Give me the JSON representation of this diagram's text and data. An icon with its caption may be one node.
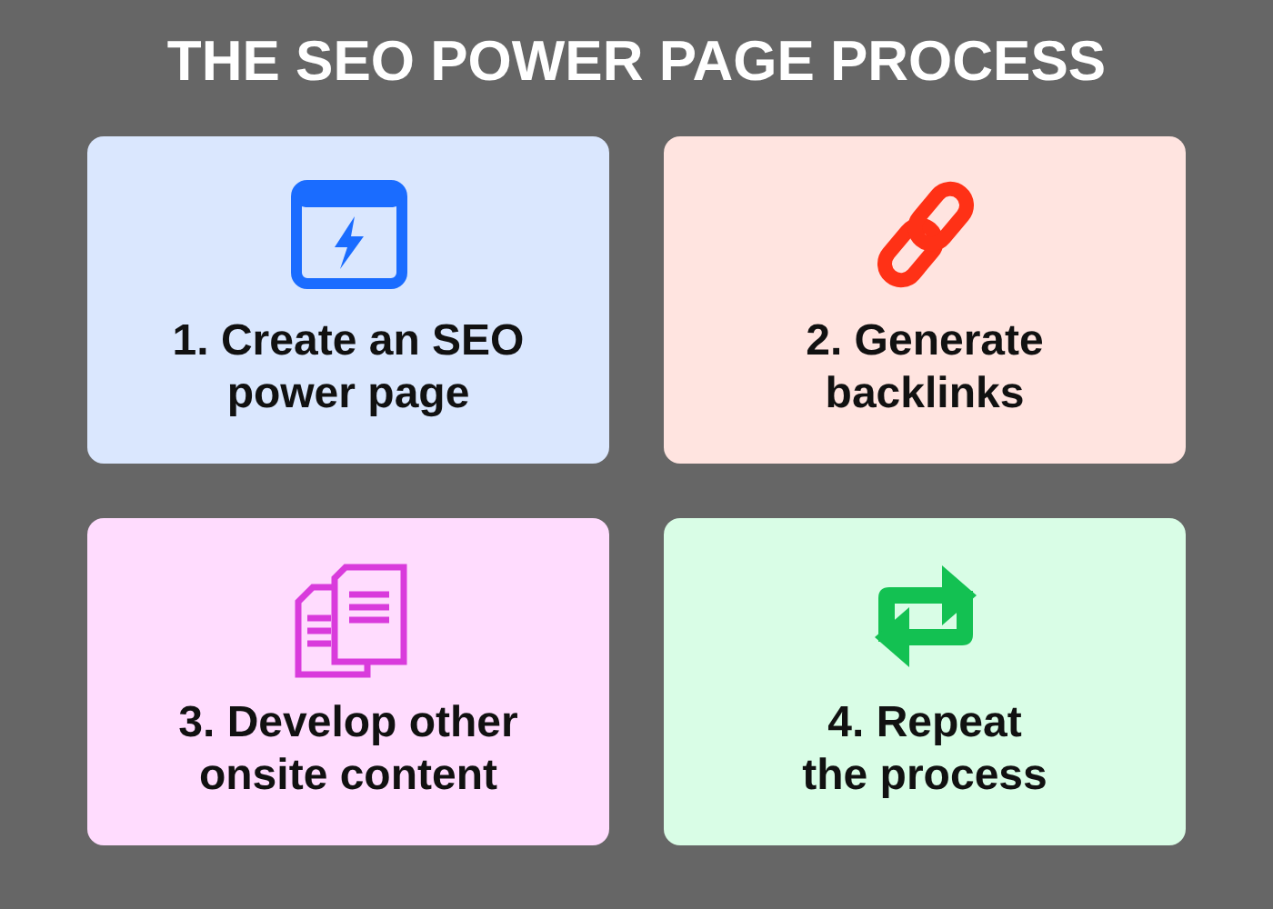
{
  "diagram": {
    "title": "THE SEO POWER PAGE PROCESS",
    "nodes": [
      {
        "text": [
          "1. Create an SEO power page"
        ]
      },
      {
        "text": [
          "2. Generate backlinks"
        ]
      },
      {
        "text": [
          "3. Develop other onsite content"
        ]
      },
      {
        "text": [
          "4. Repeat the process"
        ]
      }
    ]
  }
}
